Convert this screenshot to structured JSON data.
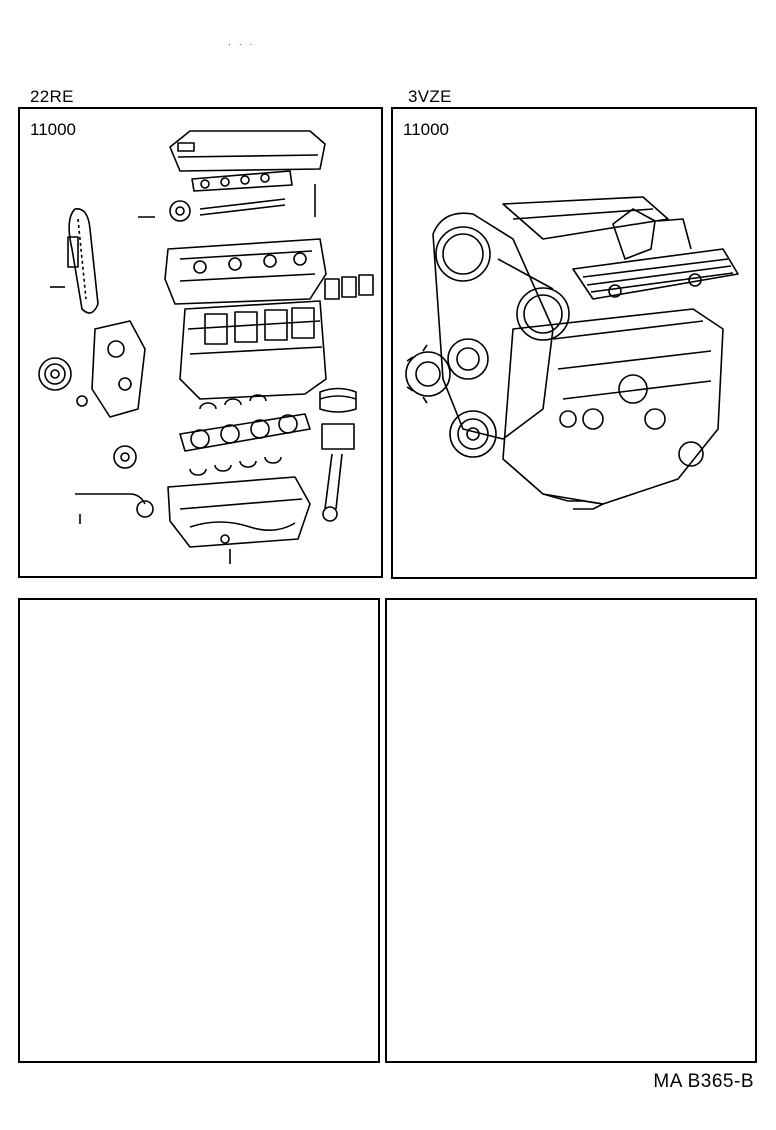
{
  "panels": [
    {
      "engine": "22RE",
      "part_number": "11000",
      "illustration": "engine-exploded-view"
    },
    {
      "engine": "3VZE",
      "part_number": "11000",
      "illustration": "engine-assembly"
    },
    {
      "engine": "",
      "part_number": "",
      "illustration": ""
    },
    {
      "engine": "",
      "part_number": "",
      "illustration": ""
    }
  ],
  "footer": {
    "ref": "MA B365-B"
  }
}
